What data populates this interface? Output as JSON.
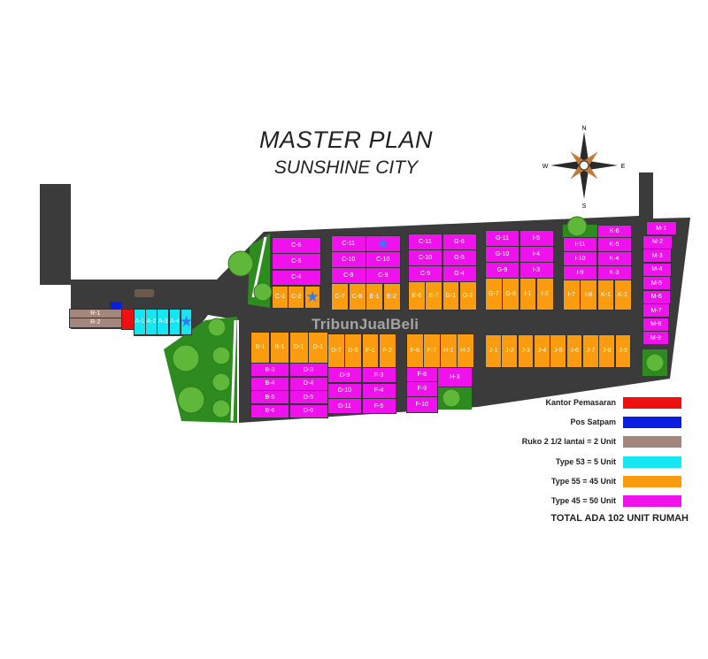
{
  "title": "MASTER PLAN",
  "subtitle": "SUNSHINE CITY",
  "watermark": "TribunJualBeli",
  "compass": {
    "n": "N",
    "e": "E",
    "s": "S",
    "w": "W"
  },
  "colors": {
    "road": "#3b3b3b",
    "green": "#2e8b1f",
    "kantor": "#ee1111",
    "pos": "#0a1ee0",
    "ruko": "#a4877c",
    "type53": "#16e6f2",
    "type55": "#fa9b10",
    "type45": "#f012ec"
  },
  "legend": [
    {
      "label": "Kantor Pemasaran",
      "type": "kantor"
    },
    {
      "label": "Pos Satpam",
      "type": "pos"
    },
    {
      "label": "Ruko 2 1/2 lantai = 2 Unit",
      "type": "ruko"
    },
    {
      "label": "Type 53 = 5 Unit",
      "type": "type53"
    },
    {
      "label": "Type 55 = 45 Unit",
      "type": "type55"
    },
    {
      "label": "Type 45 = 50 Unit",
      "type": "type45"
    }
  ],
  "total": "TOTAL ADA 102 UNIT RUMAH",
  "blocks": [
    {
      "name": "block-c-west",
      "lots": [
        {
          "label": "C-6",
          "type": "type45"
        },
        {
          "label": "C-5",
          "type": "type45"
        },
        {
          "label": "C-4",
          "type": "type45"
        },
        {
          "label": "C-1",
          "type": "type55"
        },
        {
          "label": "C-2",
          "type": "type55"
        },
        {
          "label": "",
          "type": "type55",
          "icon": "star-icon"
        }
      ]
    },
    {
      "name": "block-c-e",
      "lots": [
        {
          "label": "C-11",
          "type": "type45"
        },
        {
          "label": "",
          "type": "type45",
          "icon": "star-icon"
        },
        {
          "label": "C-10",
          "type": "type45"
        },
        {
          "label": "C-10",
          "type": "type45"
        },
        {
          "label": "C-9",
          "type": "type45"
        },
        {
          "label": "C-9",
          "type": "type45"
        },
        {
          "label": "C-7",
          "type": "type55"
        },
        {
          "label": "C-8",
          "type": "type55"
        },
        {
          "label": "E-1",
          "type": "type55"
        },
        {
          "label": "E-2",
          "type": "type55"
        }
      ]
    },
    {
      "name": "block-c-g",
      "lots": [
        {
          "label": "C-11",
          "type": "type45"
        },
        {
          "label": "G-6",
          "type": "type45"
        },
        {
          "label": "C-10",
          "type": "type45"
        },
        {
          "label": "G-5",
          "type": "type45"
        },
        {
          "label": "C-9",
          "type": "type45"
        },
        {
          "label": "G-4",
          "type": "type45"
        },
        {
          "label": "E-6",
          "type": "type55"
        },
        {
          "label": "E-7",
          "type": "type55"
        },
        {
          "label": "G-1",
          "type": "type55"
        },
        {
          "label": "G-2",
          "type": "type55"
        }
      ]
    },
    {
      "name": "block-g-i",
      "lots": [
        {
          "label": "G-11",
          "type": "type45"
        },
        {
          "label": "I-5",
          "type": "type45"
        },
        {
          "label": "G-10",
          "type": "type45"
        },
        {
          "label": "I-4",
          "type": "type45"
        },
        {
          "label": "G-9",
          "type": "type45"
        },
        {
          "label": "I-3",
          "type": "type45"
        },
        {
          "label": "G-7",
          "type": "type55"
        },
        {
          "label": "G-8",
          "type": "type55"
        },
        {
          "label": "I-1",
          "type": "type55"
        },
        {
          "label": "I-2",
          "type": "type55"
        }
      ]
    },
    {
      "name": "block-i-k",
      "lots": [
        {
          "label": "K-6",
          "type": "type45"
        },
        {
          "label": "I-11",
          "type": "type45"
        },
        {
          "label": "K-5",
          "type": "type45"
        },
        {
          "label": "I-10",
          "type": "type45"
        },
        {
          "label": "K-4",
          "type": "type45"
        },
        {
          "label": "I-9",
          "type": "type45"
        },
        {
          "label": "K-3",
          "type": "type45"
        },
        {
          "label": "I-7",
          "type": "type55"
        },
        {
          "label": "I-8",
          "type": "type55"
        },
        {
          "label": "K-1",
          "type": "type55"
        },
        {
          "label": "K-1",
          "type": "type55"
        }
      ]
    },
    {
      "name": "block-m",
      "lots": [
        {
          "label": "M-1",
          "type": "type45"
        },
        {
          "label": "M-2",
          "type": "type45"
        },
        {
          "label": "M-3",
          "type": "type45"
        },
        {
          "label": "M-4",
          "type": "type45"
        },
        {
          "label": "M-5",
          "type": "type45"
        },
        {
          "label": "M-6",
          "type": "type45"
        },
        {
          "label": "M-7",
          "type": "type45"
        },
        {
          "label": "M-8",
          "type": "type45"
        },
        {
          "label": "M-9",
          "type": "type45"
        }
      ]
    },
    {
      "name": "block-b-d",
      "lots": [
        {
          "label": "B-1",
          "type": "type55"
        },
        {
          "label": "B-1",
          "type": "type55"
        },
        {
          "label": "D-1",
          "type": "type55"
        },
        {
          "label": "D-1",
          "type": "type55"
        },
        {
          "label": "B-3",
          "type": "type45"
        },
        {
          "label": "D-3",
          "type": "type45"
        },
        {
          "label": "B-4",
          "type": "type45"
        },
        {
          "label": "D-4",
          "type": "type45"
        },
        {
          "label": "B-5",
          "type": "type45"
        },
        {
          "label": "D-5",
          "type": "type45"
        },
        {
          "label": "B-6",
          "type": "type45"
        },
        {
          "label": "D-6",
          "type": "type45"
        }
      ]
    },
    {
      "name": "block-d-f",
      "lots": [
        {
          "label": "D-7",
          "type": "type55"
        },
        {
          "label": "D-8",
          "type": "type55"
        },
        {
          "label": "F-1",
          "type": "type55"
        },
        {
          "label": "F-2",
          "type": "type55"
        },
        {
          "label": "D-9",
          "type": "type45"
        },
        {
          "label": "F-3",
          "type": "type45"
        },
        {
          "label": "D-10",
          "type": "type45"
        },
        {
          "label": "F-4",
          "type": "type45"
        },
        {
          "label": "D-11",
          "type": "type45"
        },
        {
          "label": "F-5",
          "type": "type45"
        }
      ]
    },
    {
      "name": "block-f-h",
      "lots": [
        {
          "label": "F-6",
          "type": "type55"
        },
        {
          "label": "F-7",
          "type": "type55"
        },
        {
          "label": "H-1",
          "type": "type55"
        },
        {
          "label": "H-2",
          "type": "type55"
        },
        {
          "label": "F-8",
          "type": "type45"
        },
        {
          "label": "F-9",
          "type": "type45"
        },
        {
          "label": "F-10",
          "type": "type45"
        },
        {
          "label": "H-3",
          "type": "type45"
        }
      ]
    },
    {
      "name": "block-j",
      "lots": [
        {
          "label": "J-1",
          "type": "type55"
        },
        {
          "label": "J-2",
          "type": "type55"
        },
        {
          "label": "J-3",
          "type": "type55"
        },
        {
          "label": "J-4",
          "type": "type55"
        },
        {
          "label": "J-5",
          "type": "type55"
        },
        {
          "label": "J-6",
          "type": "type55"
        },
        {
          "label": "J-7",
          "type": "type55"
        },
        {
          "label": "J-8",
          "type": "type55"
        },
        {
          "label": "J-9",
          "type": "type55"
        }
      ]
    },
    {
      "name": "block-entrance",
      "lots": [
        {
          "label": "R-1",
          "type": "ruko"
        },
        {
          "label": "R-2",
          "type": "ruko"
        },
        {
          "label": "",
          "type": "kantor"
        },
        {
          "label": "",
          "type": "pos"
        },
        {
          "label": "A-1",
          "type": "type53"
        },
        {
          "label": "A-2",
          "type": "type53"
        },
        {
          "label": "A-3",
          "type": "type53"
        },
        {
          "label": "A-4",
          "type": "type53"
        },
        {
          "label": "",
          "type": "type53",
          "icon": "star-icon"
        }
      ]
    }
  ]
}
